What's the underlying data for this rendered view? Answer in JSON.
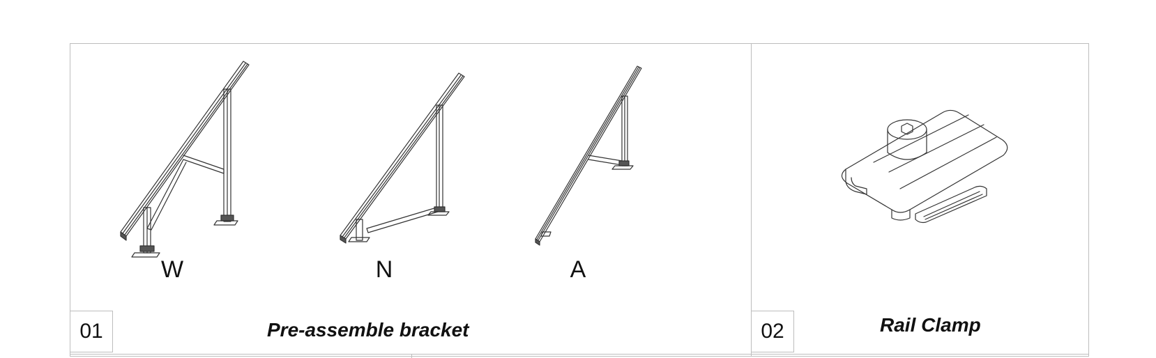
{
  "panels": [
    {
      "number": "01",
      "caption": "Pre-assemble bracket",
      "variants": [
        "W",
        "N",
        "A"
      ]
    },
    {
      "number": "02",
      "caption": "Rail Clamp"
    }
  ]
}
